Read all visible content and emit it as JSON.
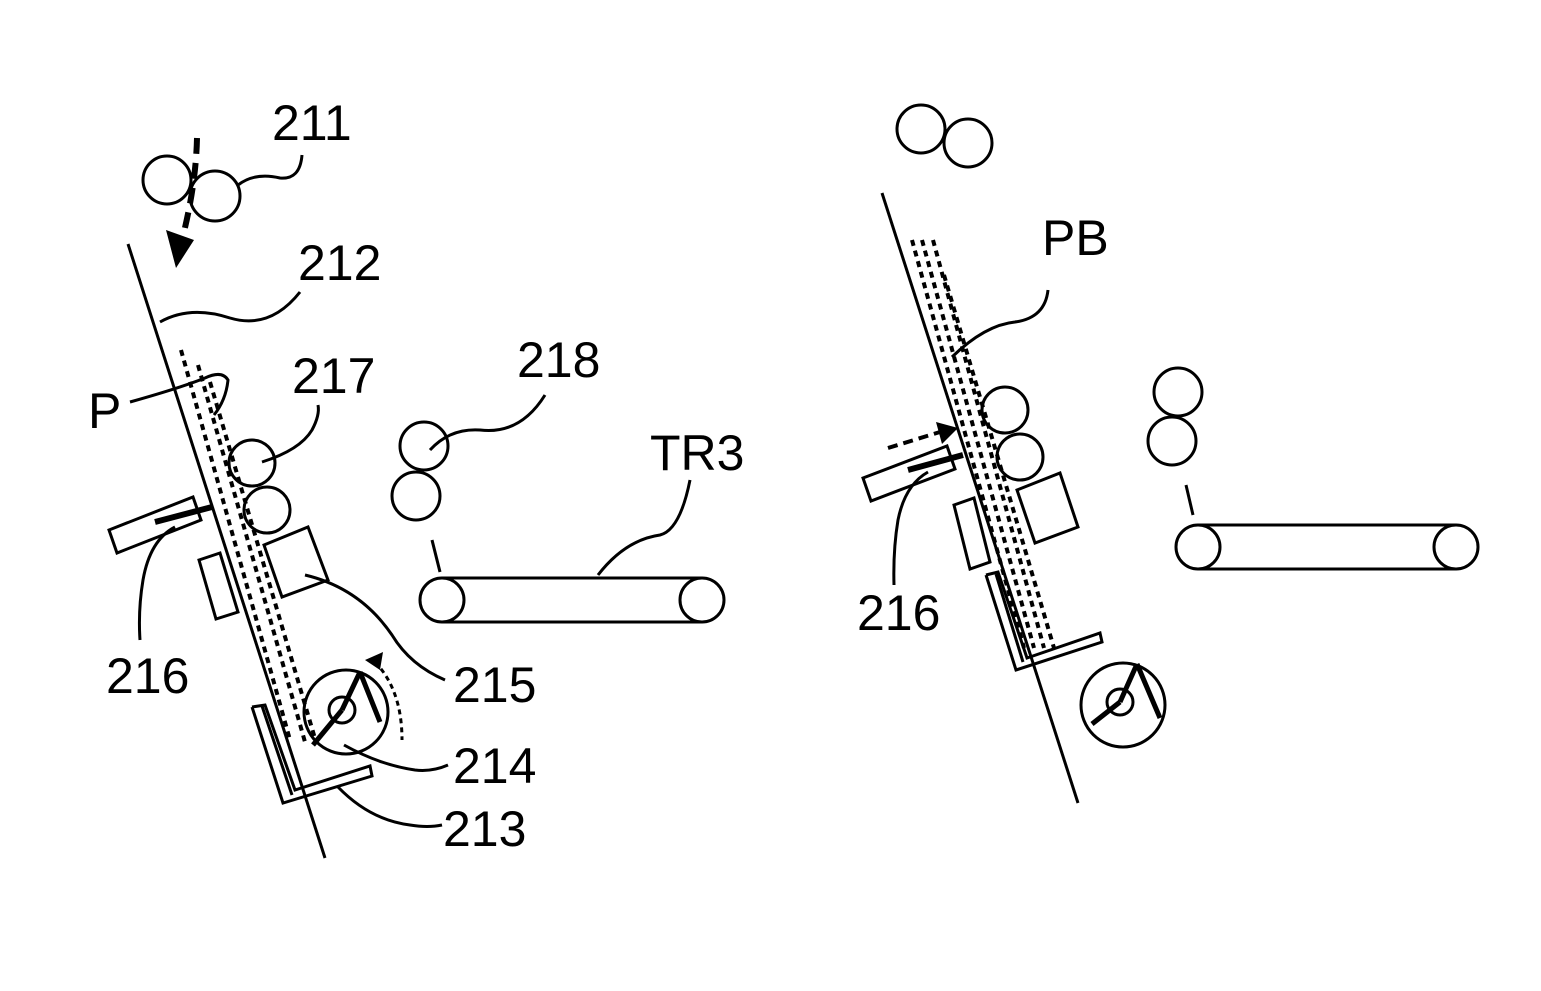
{
  "figure": {
    "left_panel": {
      "labels": {
        "l211": "211",
        "l212": "212",
        "l217": "217",
        "lP": "P",
        "l218": "218",
        "lTR3": "TR3",
        "l216": "216",
        "l215": "215",
        "l214": "214",
        "l213": "213"
      }
    },
    "right_panel": {
      "labels": {
        "lPB": "PB",
        "l216": "216"
      }
    }
  }
}
